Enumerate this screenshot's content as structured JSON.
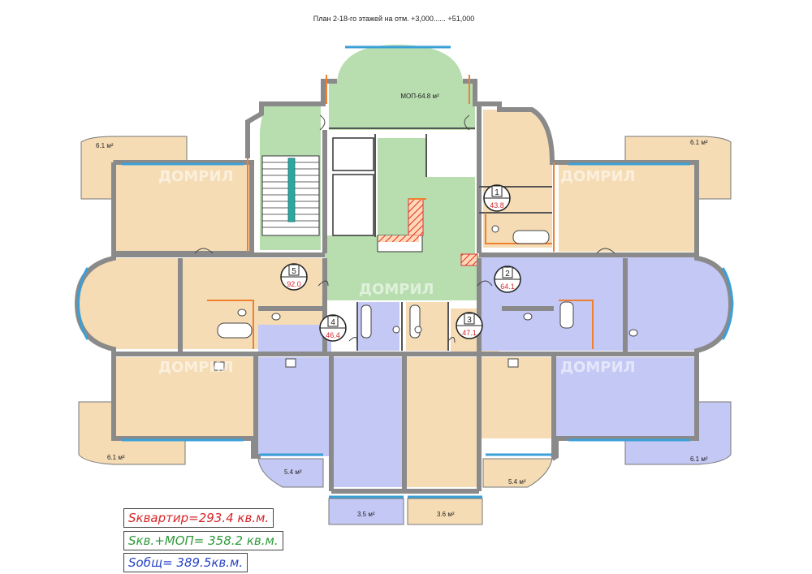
{
  "title": "План 2-18-го этажей на отм. +3,000...... +51,000",
  "watermark": "ДОМРИЛ",
  "mop_label": "МОП-64.8 м²",
  "apartments": [
    {
      "num": "1",
      "area": "43.8"
    },
    {
      "num": "2",
      "area": "64.1"
    },
    {
      "num": "3",
      "area": "47.1"
    },
    {
      "num": "4",
      "area": "46.4"
    },
    {
      "num": "5",
      "area": "92.0"
    }
  ],
  "balconies": {
    "top_left": "6.1 м²",
    "top_right": "6.1 м²",
    "bottom_left": "6.1 м²",
    "bottom_right": "6.1 м²",
    "loggia_left": "5.4 м²",
    "loggia_right": "5.4 м²",
    "loggia_bottom_left": "3.5 м²",
    "loggia_bottom_right": "3.6 м²"
  },
  "summary": {
    "apartments": "Sквартир=293.4 кв.м.",
    "with_mop": "Sкв.+МОП= 358.2 кв.м.",
    "total": "Sобщ= 389.5кв.м."
  },
  "colors": {
    "beige": "#f5dcb4",
    "blue": "#c4c8f4",
    "green": "#b8deb0",
    "wall": "#8a8a8a",
    "window": "#3aa0d8",
    "insulation": "#f08030",
    "badge_text": "#d8262a"
  }
}
